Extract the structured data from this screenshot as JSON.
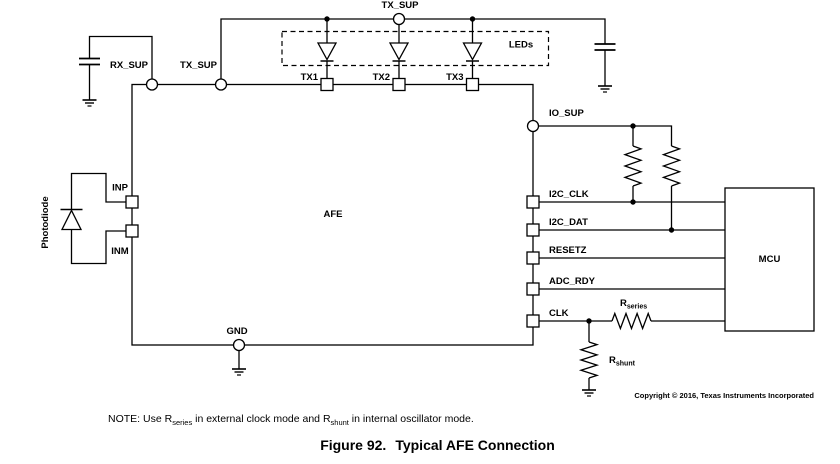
{
  "diagram": {
    "afe_label": "AFE",
    "mcu_label": "MCU",
    "photodiode_label": "Photodiode",
    "leds_label": "LEDs",
    "supplies": {
      "tx_sup_top": "TX_SUP",
      "rx_sup": "RX_SUP",
      "tx_sup": "TX_SUP"
    },
    "pins": {
      "tx1": "TX1",
      "tx2": "TX2",
      "tx3": "TX3",
      "inp": "INP",
      "inm": "INM",
      "io_sup": "IO_SUP",
      "i2c_clk": "I2C_CLK",
      "i2c_dat": "I2C_DAT",
      "resetz": "RESETZ",
      "adc_rdy": "ADC_RDY",
      "clk": "CLK",
      "gnd": "GND"
    },
    "resistors": {
      "r_series_base": "R",
      "r_series_sub": "series",
      "r_shunt_base": "R",
      "r_shunt_sub": "shunt"
    },
    "line_color": "#000000",
    "background_color": "#ffffff"
  },
  "note": {
    "p1": "NOTE: Use R",
    "s1": "series",
    "p2": " in external clock mode and R",
    "s2": "shunt",
    "p3": " in internal oscillator mode."
  },
  "caption": {
    "number": "Figure 92.",
    "title": "Typical AFE Connection"
  },
  "copyright": "Copyright © 2016, Texas Instruments Incorporated"
}
